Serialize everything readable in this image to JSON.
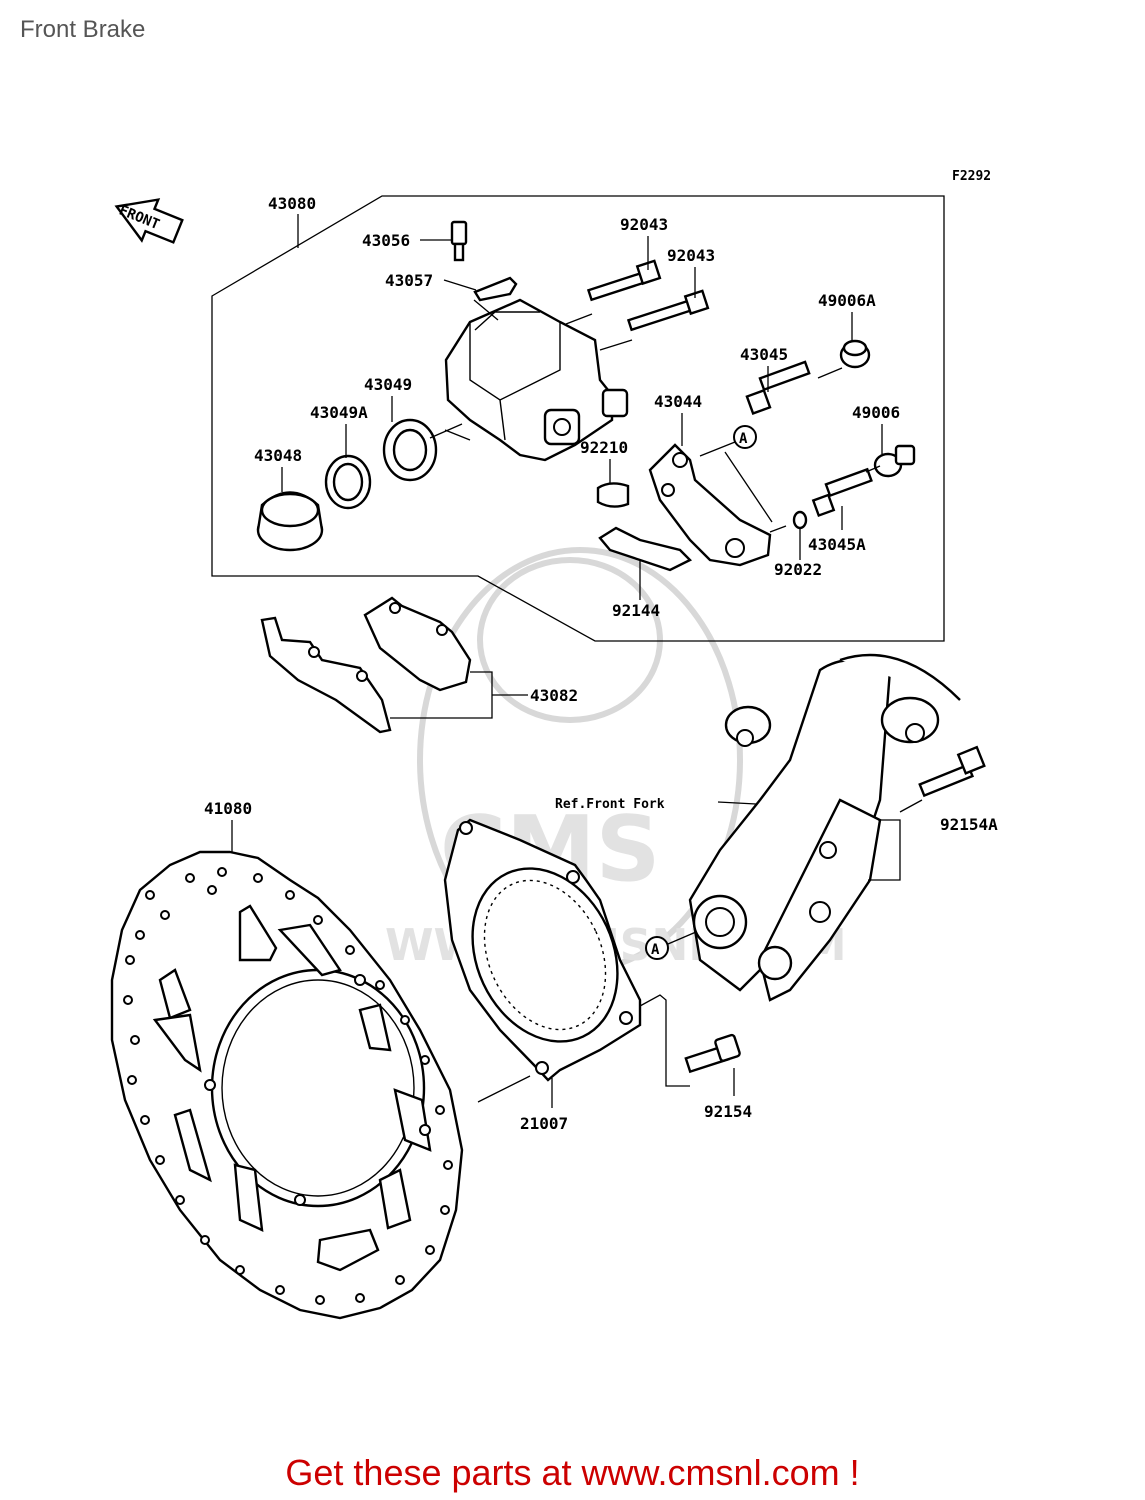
{
  "page": {
    "title": "Front Brake",
    "promo": "Get these parts at www.cmsnl.com !"
  },
  "diagram": {
    "figure_code": "F2292",
    "front_label": "FRONT",
    "ref_label": "Ref.Front Fork",
    "callout_marker": "A",
    "watermark": "CMS",
    "watermark_url": "WWW.CMSNL.COM",
    "parts": [
      {
        "number": "43080"
      },
      {
        "number": "43056"
      },
      {
        "number": "43057"
      },
      {
        "number": "92043"
      },
      {
        "number": "92043"
      },
      {
        "number": "49006A"
      },
      {
        "number": "43045"
      },
      {
        "number": "43049"
      },
      {
        "number": "43049A"
      },
      {
        "number": "43044"
      },
      {
        "number": "49006"
      },
      {
        "number": "43048"
      },
      {
        "number": "92210"
      },
      {
        "number": "43045A"
      },
      {
        "number": "92022"
      },
      {
        "number": "92144"
      },
      {
        "number": "43082"
      },
      {
        "number": "41080"
      },
      {
        "number": "92154A"
      },
      {
        "number": "21007"
      },
      {
        "number": "92154"
      }
    ]
  }
}
